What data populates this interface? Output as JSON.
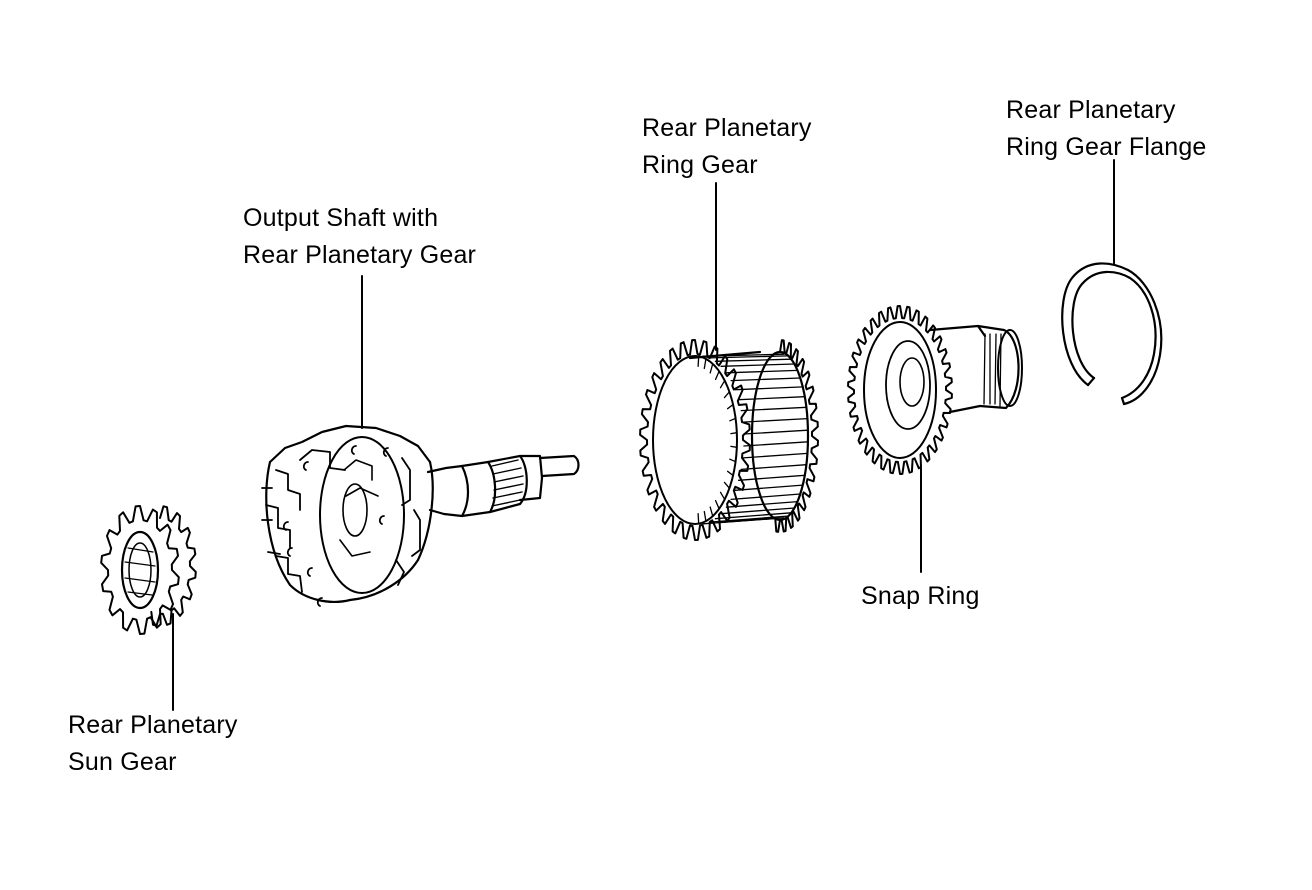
{
  "labels": {
    "ring_gear_flange": [
      "Rear Planetary",
      "Ring Gear Flange"
    ],
    "ring_gear": [
      "Rear Planetary",
      "Ring Gear"
    ],
    "output_shaft": [
      "Output Shaft with",
      "Rear Planetary Gear"
    ],
    "snap_ring": [
      "Snap Ring"
    ],
    "sun_gear": [
      "Rear Planetary",
      "Sun Gear"
    ]
  },
  "colors": {
    "line": "#000000",
    "background": "#ffffff"
  }
}
